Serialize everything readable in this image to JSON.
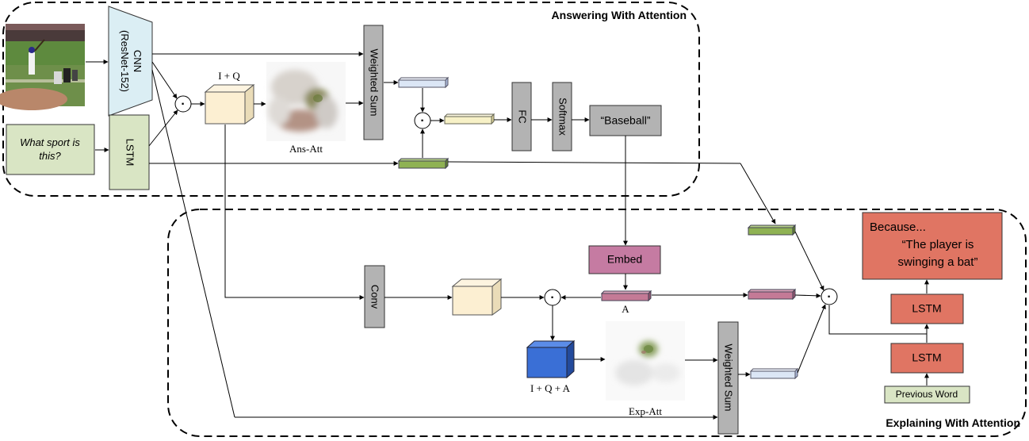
{
  "regions": {
    "answering_title": "Answering With Attention",
    "explaining_title": "Explaining With Attention"
  },
  "inputs": {
    "question": "What sport is this?",
    "question_line1": "What sport is",
    "question_line2": "this?"
  },
  "modules": {
    "cnn_line1": "CNN",
    "cnn_line2": "(ResNet-152)",
    "lstm_question": "LSTM",
    "weighted_sum_answer": "Weighted Sum",
    "fc": "FC",
    "softmax": "Softmax",
    "answer_output": "“Baseball”",
    "embed": "Embed",
    "conv": "Conv",
    "weighted_sum_explain": "Weighted Sum",
    "lstm_explain_top": "LSTM",
    "lstm_explain_bottom": "LSTM",
    "previous_word": "Previous Word"
  },
  "labels": {
    "i_plus_q": "I + Q",
    "ans_att": "Ans-Att",
    "a_vector": "A",
    "i_plus_q_plus_a": "I + Q + A",
    "exp_att": "Exp-Att",
    "dot_symbol": "·"
  },
  "output": {
    "because": "Because...",
    "explanation_line1": "“The player is",
    "explanation_line2": "swinging a bat”"
  },
  "colors": {
    "cnn": "#dbeef4",
    "question_input": "#d9e5c4",
    "cube_iq": "#fcefd2",
    "cube_iqa": "#3a6fd6",
    "vector_blue": "#dbe6f5",
    "vector_yellow": "#f7f1c7",
    "vector_green": "#8fb253",
    "vector_pink": "#c47a96",
    "embed": "#c57ba2",
    "lstm_explain": "#e07563",
    "explanation": "#e07563",
    "gray_module": "#b3b3b3"
  }
}
